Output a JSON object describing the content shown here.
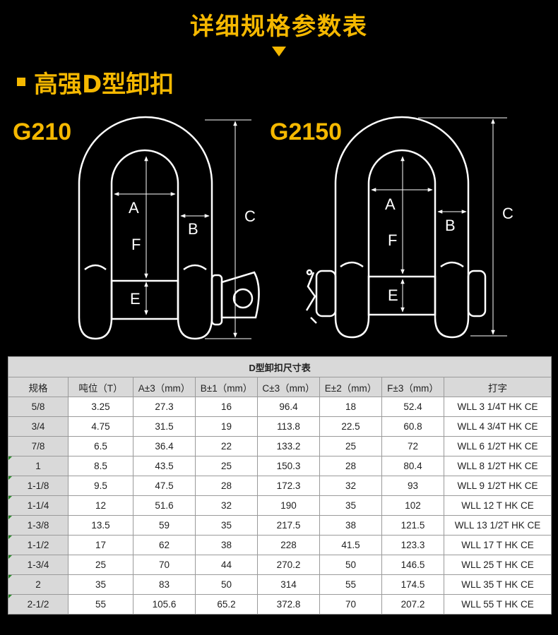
{
  "header": {
    "title": "详细规格参数表",
    "section_title": "高强D型卸扣"
  },
  "diagrams": [
    {
      "model": "G210",
      "labels": {
        "a": "A",
        "b": "B",
        "c": "C",
        "e": "E",
        "f": "F"
      }
    },
    {
      "model": "G2150",
      "labels": {
        "a": "A",
        "b": "B",
        "c": "C",
        "e": "E",
        "f": "F"
      }
    }
  ],
  "table": {
    "caption": "D型卸扣尺寸表",
    "columns": [
      "规格",
      "吨位（T）",
      "A±3（mm）",
      "B±1（mm）",
      "C±3（mm）",
      "E±2（mm）",
      "F±3（mm）",
      "打字"
    ],
    "rows": [
      [
        "5/8",
        "3.25",
        "27.3",
        "16",
        "96.4",
        "18",
        "52.4",
        "WLL 3 1/4T HK CE"
      ],
      [
        "3/4",
        "4.75",
        "31.5",
        "19",
        "113.8",
        "22.5",
        "60.8",
        "WLL 4 3/4T HK CE"
      ],
      [
        "7/8",
        "6.5",
        "36.4",
        "22",
        "133.2",
        "25",
        "72",
        "WLL 6 1/2T HK CE"
      ],
      [
        "1",
        "8.5",
        "43.5",
        "25",
        "150.3",
        "28",
        "80.4",
        "WLL 8 1/2T HK CE"
      ],
      [
        "1-1/8",
        "9.5",
        "47.5",
        "28",
        "172.3",
        "32",
        "93",
        "WLL 9 1/2T HK CE"
      ],
      [
        "1-1/4",
        "12",
        "51.6",
        "32",
        "190",
        "35",
        "102",
        "WLL 12 T HK CE"
      ],
      [
        "1-3/8",
        "13.5",
        "59",
        "35",
        "217.5",
        "38",
        "121.5",
        "WLL 13 1/2T HK CE"
      ],
      [
        "1-1/2",
        "17",
        "62",
        "38",
        "228",
        "41.5",
        "123.3",
        "WLL 17 T HK CE"
      ],
      [
        "1-3/4",
        "25",
        "70",
        "44",
        "270.2",
        "50",
        "146.5",
        "WLL 25 T HK CE"
      ],
      [
        "2",
        "35",
        "83",
        "50",
        "314",
        "55",
        "174.5",
        "WLL 35 T HK CE"
      ],
      [
        "2-1/2",
        "55",
        "105.6",
        "65.2",
        "372.8",
        "70",
        "207.2",
        "WLL 55 T HK CE"
      ]
    ]
  },
  "colors": {
    "accent": "#f5b800",
    "background": "#000000",
    "header_cell": "#d9d9d9",
    "cell": "#ffffff",
    "corner_mark": "#2a8a2a"
  }
}
